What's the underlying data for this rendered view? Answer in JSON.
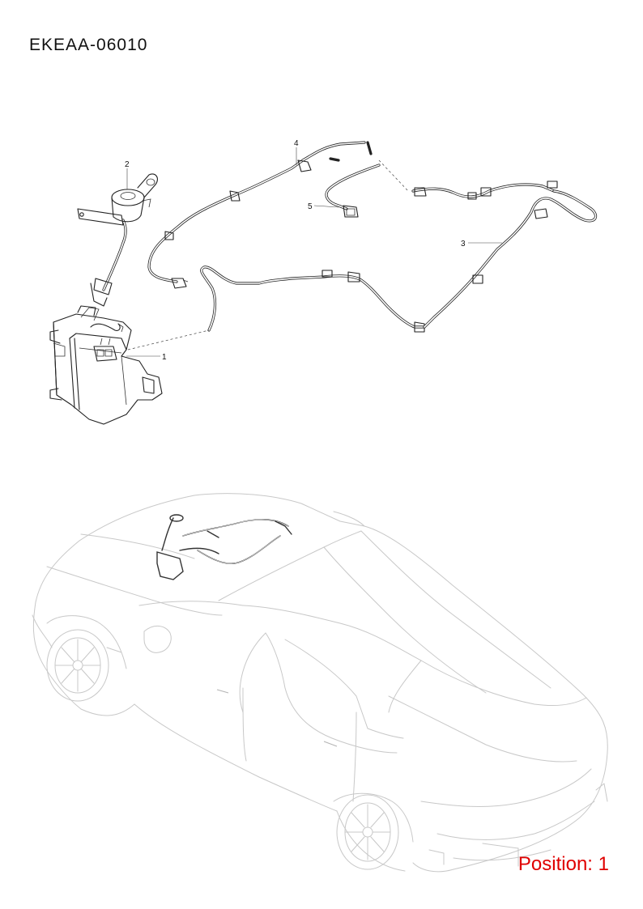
{
  "document": {
    "code": "EKEAA-06010",
    "position_label": "Position: 1",
    "position_color": "#e00000"
  },
  "callouts": [
    {
      "number": "1",
      "part": "washer-reservoir"
    },
    {
      "number": "2",
      "part": "filler-neck-cap"
    },
    {
      "number": "3",
      "part": "rear-washer-hose"
    },
    {
      "number": "4",
      "part": "front-washer-hose"
    },
    {
      "number": "5",
      "part": "connector"
    }
  ],
  "illustrations": {
    "exploded_view": "washer-system-exploded-view",
    "vehicle_view": "vehicle-locator-view"
  }
}
